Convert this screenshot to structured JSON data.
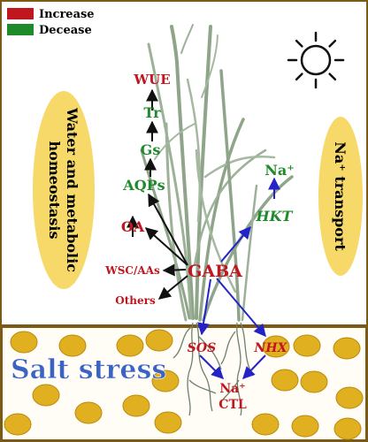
{
  "colors": {
    "increase": "#c0161f",
    "decrease": "#1f8a2a",
    "black_arrow": "#111111",
    "blue_arrow": "#2323c8",
    "soil_fill": "#fffdf5",
    "soil_border": "#7a5a14",
    "granule": "#e0b020",
    "panel_fill": "#f7d96a",
    "salt_text": "#3a63c4",
    "grass": "#8fa58a",
    "sun": "#111111"
  },
  "legend": {
    "increase_label": "Increase",
    "decrease_label": "Decease"
  },
  "panels": {
    "left": "Water and metabolic homeostasis",
    "left_line1": "Water and metabolic",
    "left_line2": "homeostasis",
    "right": "Na⁺ transport"
  },
  "soil_label": "Salt stress",
  "nodes": {
    "wue": "WUE",
    "tr": "Tr",
    "gs": "Gs",
    "aqps": "AQPs",
    "oa": "OA",
    "wsc_aas": "WSC/AAs",
    "others": "Others",
    "gaba": "GABA",
    "hkt": "HKT",
    "na_top": "Na⁺",
    "sos": "SOS",
    "nhx": "NHX",
    "na_ctl_line1": "Na⁺",
    "na_ctl_line2": "CTL"
  },
  "sun_icon": "sun-icon",
  "sodium_icon": "granule-icon"
}
